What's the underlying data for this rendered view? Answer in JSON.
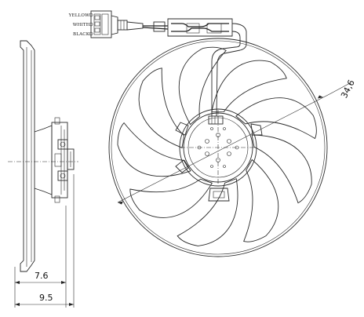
{
  "connector": {
    "wires": [
      "YELLOW",
      "WHITE",
      "BLACK"
    ]
  },
  "dimensions": {
    "diameter": "34,6",
    "depth_inner": "7.6",
    "depth_overall": "9.5"
  },
  "fan": {
    "blade_count": 9
  }
}
